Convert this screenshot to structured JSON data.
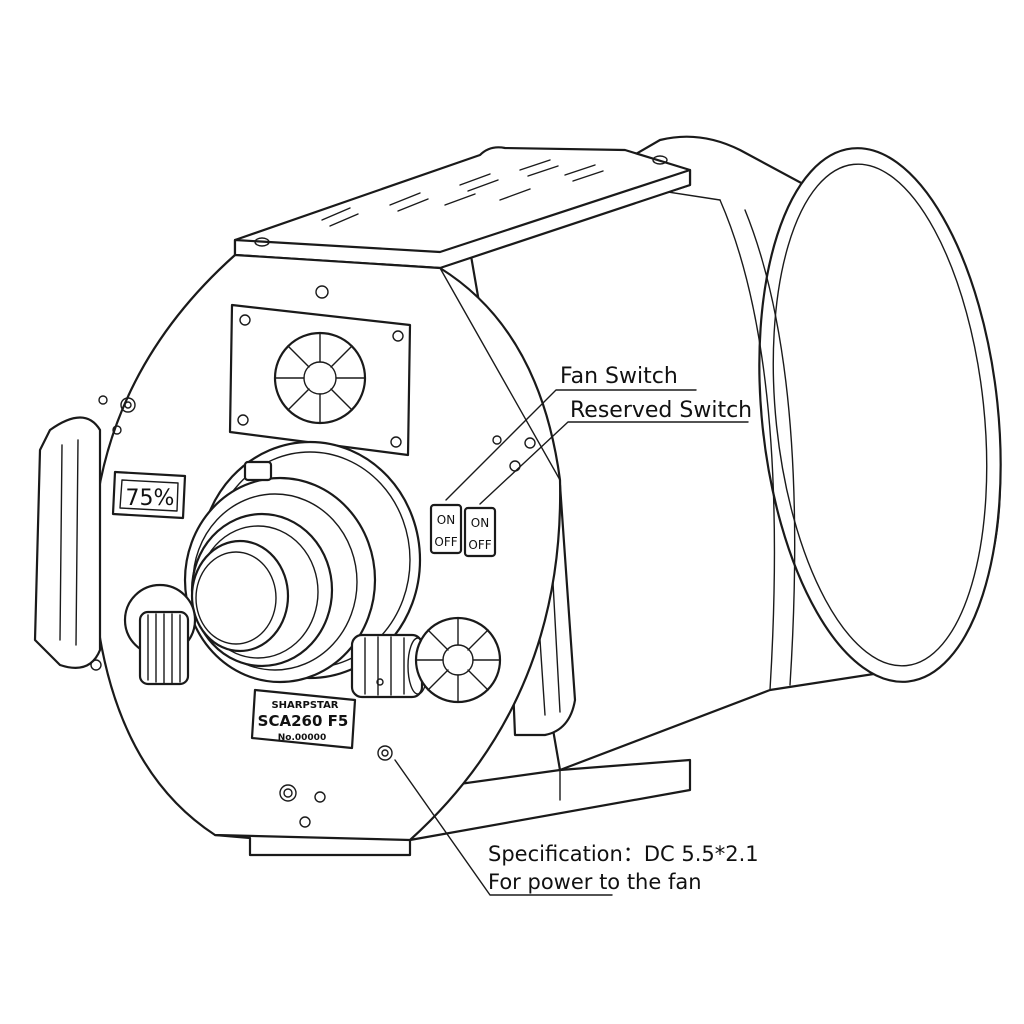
{
  "callouts": {
    "fan_switch": "Fan Switch",
    "reserved_switch": "Reserved Switch",
    "spec_line1": "Specification：DC 5.5*2.1",
    "spec_line2": "For power to the fan"
  },
  "display": {
    "value": "75%"
  },
  "switches": [
    {
      "on": "ON",
      "off": "OFF"
    },
    {
      "on": "ON",
      "off": "OFF"
    }
  ],
  "nameplate": {
    "brand": "SHARPSTAR",
    "model": "SCA260  F5",
    "serial": "No.00000"
  }
}
